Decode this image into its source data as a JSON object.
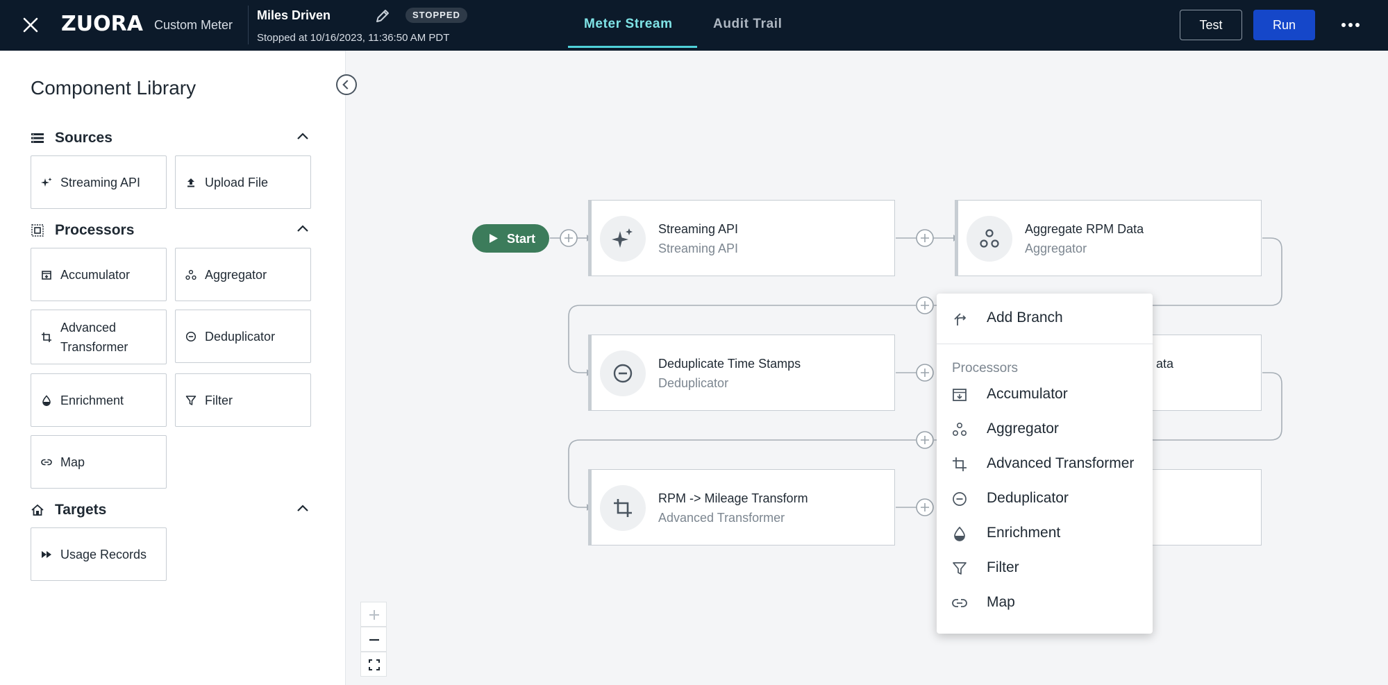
{
  "header": {
    "logo": "ZUORA",
    "app_name": "Custom Meter",
    "meter_name": "Miles Driven",
    "status": "STOPPED",
    "stopped_at": "Stopped at 10/16/2023, 11:36:50 AM PDT",
    "tabs": [
      {
        "label": "Meter Stream",
        "active": true
      },
      {
        "label": "Audit Trail",
        "active": false
      }
    ],
    "test_label": "Test",
    "run_label": "Run",
    "accent_color": "#4fd1d9",
    "run_color": "#1547c9"
  },
  "sidebar": {
    "title": "Component Library",
    "sources": {
      "label": "Sources",
      "items": [
        {
          "label": "Streaming API",
          "icon": "sparkle-icon"
        },
        {
          "label": "Upload File",
          "icon": "upload-icon"
        }
      ]
    },
    "processors": {
      "label": "Processors",
      "items": [
        {
          "label": "Accumulator",
          "icon": "accumulator-icon"
        },
        {
          "label": "Aggregator",
          "icon": "aggregator-icon"
        },
        {
          "label": "Advanced\nTransformer",
          "icon": "crop-icon"
        },
        {
          "label": "Deduplicator",
          "icon": "minus-circle-icon"
        },
        {
          "label": "Enrichment",
          "icon": "drop-icon"
        },
        {
          "label": "Filter",
          "icon": "filter-icon"
        },
        {
          "label": "Map",
          "icon": "link-icon"
        }
      ]
    },
    "targets": {
      "label": "Targets",
      "items": [
        {
          "label": "Usage Records",
          "icon": "fast-forward-icon"
        }
      ]
    }
  },
  "canvas": {
    "start_label": "Start",
    "nodes": [
      {
        "title": "Streaming API",
        "subtitle": "Streaming API"
      },
      {
        "title": "Aggregate RPM Data",
        "subtitle": "Aggregator"
      },
      {
        "title": "Deduplicate Time Stamps",
        "subtitle": "Deduplicator"
      },
      {
        "title": "ata",
        "subtitle": ""
      },
      {
        "title": "RPM -> Mileage Transform",
        "subtitle": "Advanced Transformer"
      }
    ],
    "start_color": "#3c7c5b"
  },
  "menu": {
    "add_branch": "Add Branch",
    "group_label": "Processors",
    "items": [
      {
        "label": "Accumulator",
        "icon": "accumulator-icon"
      },
      {
        "label": "Aggregator",
        "icon": "aggregator-icon"
      },
      {
        "label": "Advanced Transformer",
        "icon": "crop-icon"
      },
      {
        "label": "Deduplicator",
        "icon": "minus-circle-icon"
      },
      {
        "label": "Enrichment",
        "icon": "drop-icon"
      },
      {
        "label": "Filter",
        "icon": "filter-icon"
      },
      {
        "label": "Map",
        "icon": "link-icon"
      }
    ]
  }
}
